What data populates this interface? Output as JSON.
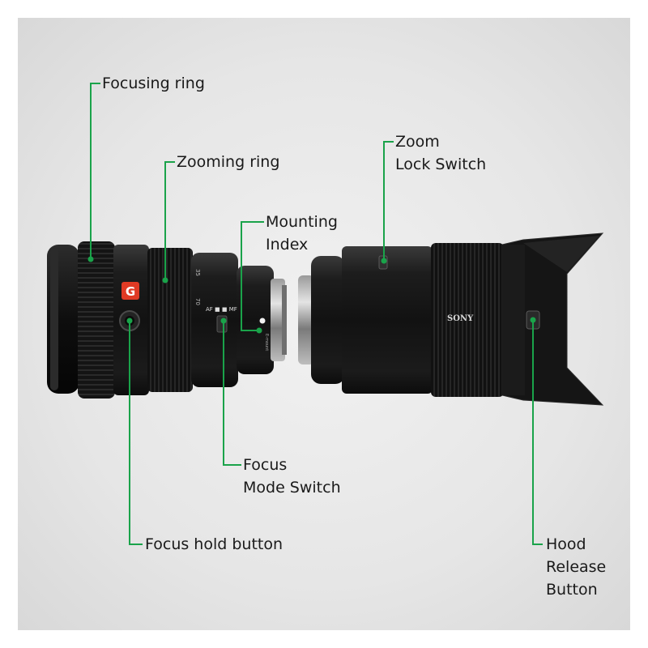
{
  "callouts": {
    "focusing_ring": [
      "Focusing ring"
    ],
    "zooming_ring": [
      "Zooming ring"
    ],
    "mounting_index": [
      "Mounting",
      "Index"
    ],
    "zoom_lock_switch": [
      "Zoom",
      "Lock Switch"
    ],
    "focus_mode_switch": [
      "Focus",
      "Mode Switch"
    ],
    "focus_hold_button": [
      "Focus hold button"
    ],
    "hood_release_button": [
      "Hood",
      "Release",
      "Button"
    ]
  },
  "lens_markings": {
    "badge": "G",
    "switch": "AF ■ ■ MF",
    "focal_marks": [
      "70",
      "35"
    ],
    "brand": "SONY",
    "mount": "E-mount"
  },
  "colors": {
    "callout_line": "#1aa34a",
    "lens_body": "#161616",
    "badge": "#e03a24"
  }
}
